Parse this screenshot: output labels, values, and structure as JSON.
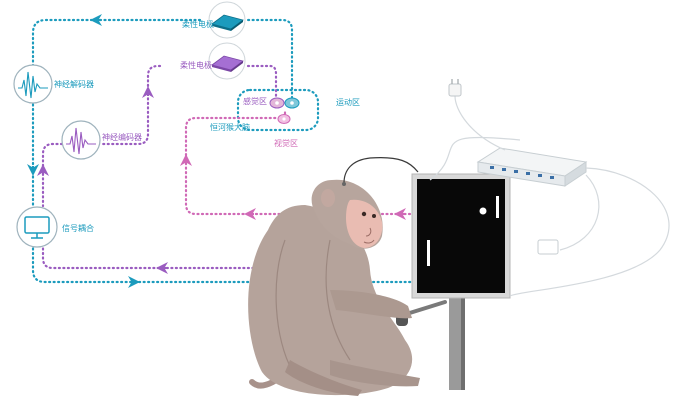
{
  "labels": {
    "flex_electrode_top": "柔性电极",
    "flex_electrode_mid": "柔性电极",
    "neural_decoder": "神经解码器",
    "neural_encoder": "神经编码器",
    "sensory_area": "感觉区",
    "motor_area": "运动区",
    "visual_area": "视觉区",
    "macaque_brain": "恒河猴大脑",
    "signal_coupling": "信号耦合"
  },
  "colors": {
    "blue": "#1c9bbd",
    "purple": "#9a5cc0",
    "pink": "#d069b6"
  }
}
